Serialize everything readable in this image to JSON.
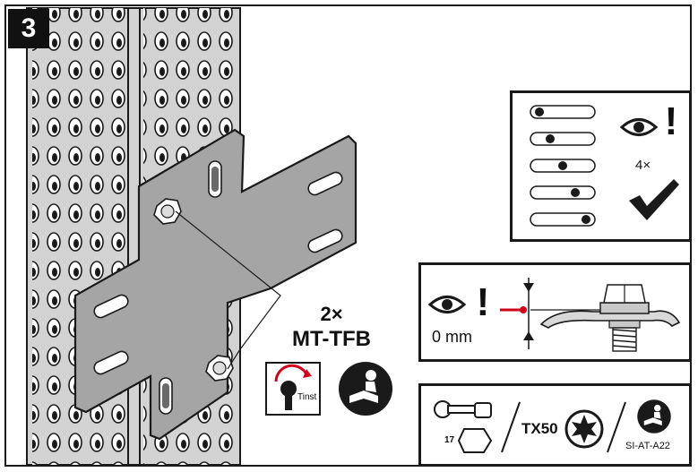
{
  "step": {
    "number": "3"
  },
  "fastener": {
    "quantity": "2×",
    "product": "MT-TFB"
  },
  "torque_icon": {
    "subscript": "Tinst"
  },
  "inspection": {
    "count": "4×"
  },
  "flush": {
    "distance": "0 mm"
  },
  "tools": {
    "hex_size": "17",
    "torx": "TX50",
    "manual_ref": "SI-AT-A22"
  },
  "colors": {
    "plate": "#a5a5a5",
    "rail": "#d3d3d3",
    "accent": "#d0021b",
    "line": "#1a1a1a"
  },
  "icons": [
    "step-badge",
    "torque-wrench-icon",
    "read-manual-icon",
    "eye-icon",
    "exclamation-icon",
    "checkmark-icon",
    "ratchet-icon",
    "hex-socket-icon",
    "torx-icon",
    "slot-position-icon"
  ]
}
